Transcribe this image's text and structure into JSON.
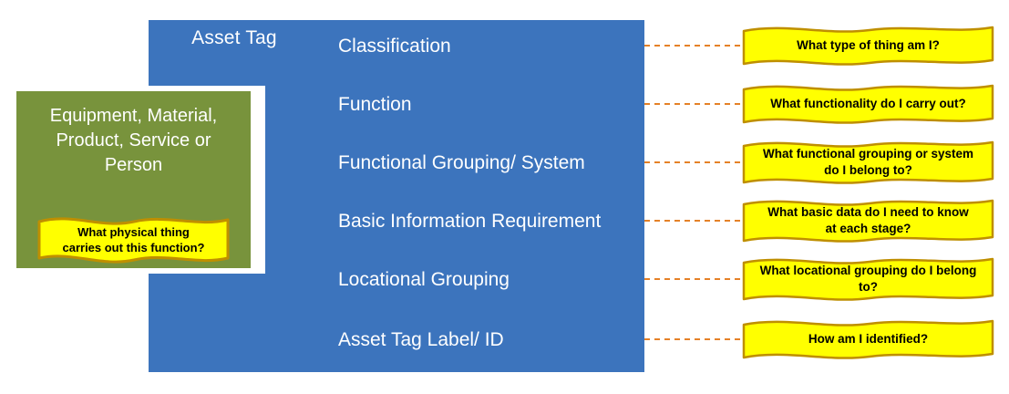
{
  "diagram": {
    "title": "Asset Tag",
    "colors": {
      "blue": "#3c74bd",
      "green": "#78933c",
      "yellow": "#ffff00",
      "yellow_border": "#bf8f00",
      "connector_orange": "#e2730f",
      "text_light": "#ffffff",
      "text_dark": "#000000"
    },
    "left_box": {
      "label": "Equipment, Material,\nProduct, Service or\nPerson",
      "question": "What physical thing\ncarries out this function?"
    },
    "rows": [
      {
        "label": "Classification",
        "question": "What type of thing am I?"
      },
      {
        "label": "Function",
        "question": "What functionality do I carry out?"
      },
      {
        "label": "Functional Grouping/ System",
        "question": "What functional grouping or system\ndo I belong to?"
      },
      {
        "label": "Basic Information Requirement",
        "question": "What  basic data do I need to know\nat each stage?"
      },
      {
        "label": "Locational Grouping",
        "question": "What locational grouping do I belong\nto?"
      },
      {
        "label": "Asset Tag Label/ ID",
        "question": "How am I identified?"
      }
    ]
  }
}
